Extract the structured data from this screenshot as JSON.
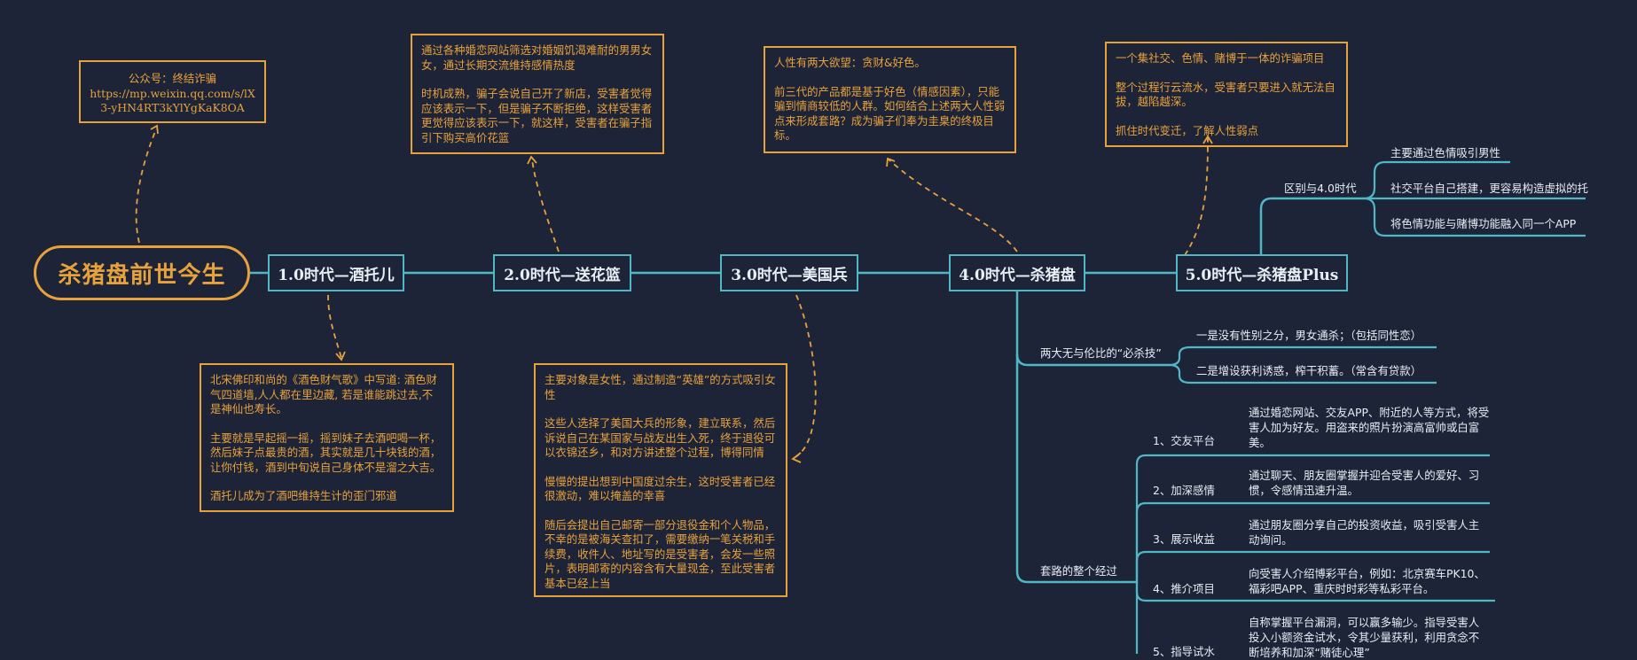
{
  "root": {
    "title": "杀猪盘前世今生"
  },
  "eras": [
    {
      "label": "1.0时代—酒托儿"
    },
    {
      "label": "2.0时代—送花篮"
    },
    {
      "label": "3.0时代—美国兵"
    },
    {
      "label": "4.0时代—杀猪盘"
    },
    {
      "label": "5.0时代—杀猪盘Plus"
    }
  ],
  "notes": {
    "source": {
      "line1": "公众号：终结诈骗",
      "line2": "https://mp.weixin.qq.com/s/lX3-yHN4RT3kYlYgKaK8OA"
    },
    "era2": {
      "p1": "通过各种婚恋网站筛选对婚姻饥渴难耐的男男女女，通过长期交流维持感情热度",
      "p2": "时机成熟，骗子会说自己开了新店，受害者觉得应该表示一下，但是骗子不断拒绝，这样受害者更觉得应该表示一下，就这样，受害者在骗子指引下购买高价花篮"
    },
    "era4": {
      "p1": "人性有两大欲望：贪财&好色。",
      "p2": "前三代的产品都是基于好色（情感因素），只能骗到情商较低的人群。如何结合上述两大人性弱点来形成套路？成为骗子们奉为圭臬的终极目标。"
    },
    "era5": {
      "p1": "一个集社交、色情、赌博于一体的诈骗项目",
      "p2": "整个过程行云流水，受害者只要进入就无法自拔，越陷越深。",
      "p3": "抓住时代变迁，了解人性弱点"
    },
    "era1": {
      "p1": "北宋佛印和尚的《酒色财气歌》中写道: 酒色财气四道墙,人人都在里边藏, 若是谁能跳过去,不是神仙也寿长。",
      "p2": "主要就是早起摇一摇，摇到妹子去酒吧喝一杯，然后妹子点最贵的酒，其实就是几十块钱的酒，让你付钱，酒到中旬说自己身体不是溜之大吉。",
      "p3": "酒托儿成为了酒吧维持生计的歪门邪道"
    },
    "era3": {
      "p1": "主要对象是女性，通过制造“英雄”的方式吸引女性",
      "p2": "这些人选择了美国大兵的形象，建立联系，然后诉说自己在某国家与战友出生入死，终于退役可以衣锦还乡，和对方讲述整个过程，博得同情",
      "p3": "慢慢的提出想到中国度过余生，这时受害者已经很激动，难以掩盖的幸喜",
      "p4": "随后会提出自己邮寄一部分退役金和个人物品，不幸的是被海关查扣了，需要缴纳一笔关税和手续费，收件人、地址写的是受害者，会发一些照片，表明邮寄的内容含有大量现金，至此受害者基本已经上当"
    }
  },
  "era5_branch": {
    "label": "区别与4.0时代",
    "items": [
      "主要通过色情吸引男性",
      "社交平台自己搭建，更容易构造虚拟的托",
      "将色情功能与赌博功能融入同一个APP"
    ]
  },
  "era4_branch1": {
    "label": "两大无与伦比的“必杀技”",
    "items": [
      "一是没有性别之分，男女通杀；（包括同性恋）",
      "二是增设获利诱惑，榨干积蓄。（常含有贷款）"
    ]
  },
  "era4_branch2": {
    "label": "套路的整个经过",
    "steps": [
      {
        "name": "1、交友平台",
        "desc": "通过婚恋网站、交友APP、附近的人等方式，将受害人加为好友。用盗来的照片扮演高富帅或白富美。"
      },
      {
        "name": "2、加深感情",
        "desc": "通过聊天、朋友圈掌握并迎合受害人的爱好、习惯，令感情迅速升温。"
      },
      {
        "name": "3、展示收益",
        "desc": "通过朋友圈分享自己的投资收益，吸引受害人主动询问。"
      },
      {
        "name": "4、推介项目",
        "desc": "向受害人介绍博彩平台，例如：北京赛车PK10、福彩吧APP、重庆时时彩等私彩平台。"
      },
      {
        "name": "5、指导试水",
        "desc": "自称掌握平台漏洞，可以赢多输少。指导受害人投入小额资金试水，令其少量获利，利用贪念不断培养和加深“赌徒心理”"
      }
    ]
  },
  "colors": {
    "background": "#1d2438",
    "accent": "#e8a23c",
    "line": "#4fb8c4",
    "text": "#e8eef4"
  }
}
